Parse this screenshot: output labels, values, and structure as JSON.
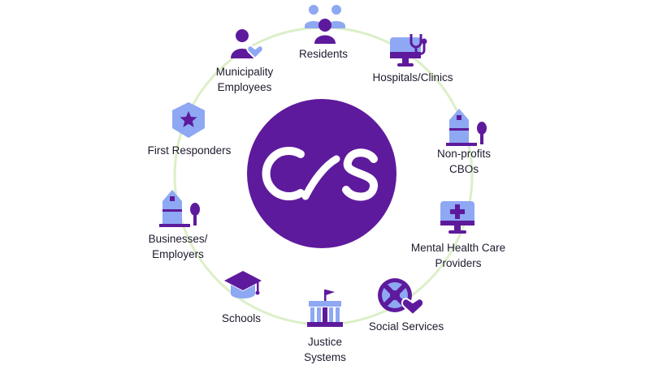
{
  "colors": {
    "primary": "#5e1a9c",
    "light": "#8ea8f3",
    "ring": "#dcefc8",
    "text": "#1f1a2e"
  },
  "center_logo": {
    "icon": "cs-logo-icon"
  },
  "stakeholders": [
    {
      "id": "residents",
      "icon": "people-group-icon",
      "lines": [
        "Residents"
      ]
    },
    {
      "id": "hospitals",
      "icon": "monitor-stethoscope-icon",
      "lines": [
        "Hospitals/Clinics"
      ]
    },
    {
      "id": "nonprofits",
      "icon": "building-tree-icon",
      "lines": [
        "Non-profits",
        "CBOs"
      ]
    },
    {
      "id": "mental-health",
      "icon": "monitor-medical-cross-icon",
      "lines": [
        "Mental Health Care",
        "Providers"
      ]
    },
    {
      "id": "social-services",
      "icon": "lifebuoy-heart-icon",
      "lines": [
        "Social Services"
      ]
    },
    {
      "id": "justice",
      "icon": "courthouse-flag-icon",
      "lines": [
        "Justice",
        "Systems"
      ]
    },
    {
      "id": "schools",
      "icon": "graduation-cap-icon",
      "lines": [
        "Schools"
      ]
    },
    {
      "id": "businesses",
      "icon": "building-tree-icon",
      "lines": [
        "Businesses/",
        "Employers"
      ]
    },
    {
      "id": "first-responders",
      "icon": "shield-star-icon",
      "lines": [
        "First Responders"
      ]
    },
    {
      "id": "municipality",
      "icon": "person-heart-icon",
      "lines": [
        "Municipality",
        "Employees"
      ]
    }
  ]
}
